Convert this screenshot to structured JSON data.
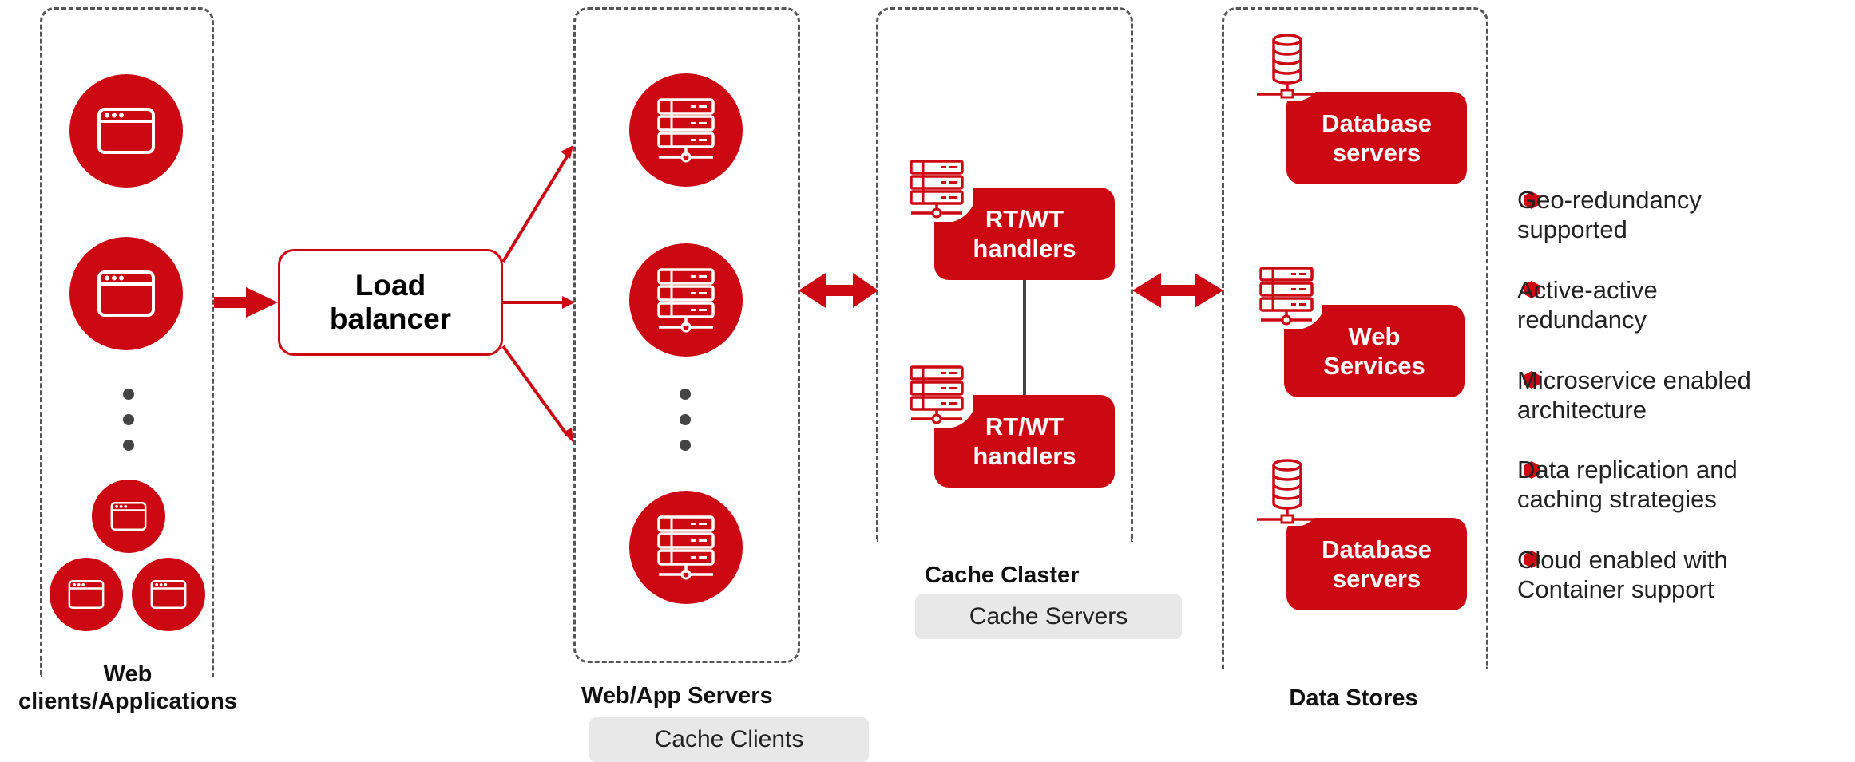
{
  "columns": {
    "web_clients_label": "Web clients/Applications",
    "web_app_servers_label": "Web/App Servers",
    "cache_cluster_label": "Cache Claster",
    "data_stores_label": "Data Stores"
  },
  "load_balancer": {
    "label": "Load balancer"
  },
  "cache_clients": {
    "label": "Cache Clients"
  },
  "cache_servers": {
    "label": "Cache Servers"
  },
  "handlers": [
    {
      "label": "RT/WT handlers"
    },
    {
      "label": "RT/WT handlers"
    }
  ],
  "data_stores": [
    {
      "label": "Database servers",
      "icon": "database-icon"
    },
    {
      "label": "Web Services",
      "icon": "server-icon"
    },
    {
      "label": "Database servers",
      "icon": "database-icon"
    }
  ],
  "features": [
    {
      "text": "Geo-redundancy supported"
    },
    {
      "text": "Active-active redundancy"
    },
    {
      "text": "Microservice enabled architecture"
    },
    {
      "text": "Data replication and caching strategies"
    },
    {
      "text": "Cloud enabled with Container support"
    }
  ],
  "icons": {
    "client": "browser-window-icon",
    "server": "server-rack-icon",
    "database": "database-icon",
    "bullet": "hexagon-bullet-icon"
  },
  "colors": {
    "accent": "#cc0812",
    "dash": "#555555",
    "label_box": "#e8e8e8"
  }
}
